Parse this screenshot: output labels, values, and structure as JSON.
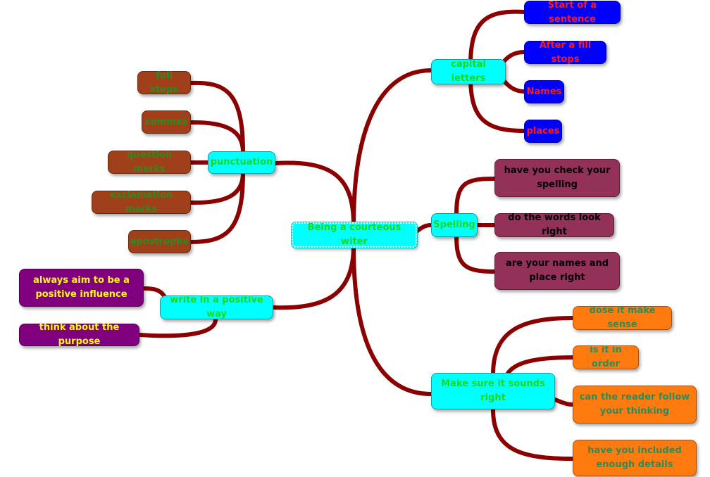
{
  "root": "Being a courteous witer",
  "branches": {
    "capital": {
      "label": "capital letters",
      "children": [
        "Start of a sentence",
        "After a fill stops",
        "Names",
        "places"
      ]
    },
    "spelling": {
      "label": "Spelling",
      "children": [
        "have you check your spelling",
        "do the words look right",
        "are your names and place right"
      ]
    },
    "sounds": {
      "label": "Make sure it sounds right",
      "children": [
        "dose it make sense",
        "is it in order",
        "can the reader follow your thinking",
        "have you included enough details"
      ]
    },
    "punctuation": {
      "label": "punctuation",
      "children": [
        "full stops",
        "commas",
        "question marks",
        "exclamation marks",
        "apostrophe"
      ]
    },
    "positive": {
      "label": "write in a positive way",
      "children": [
        "always aim to be a positive influence",
        "think about the purpose"
      ]
    }
  },
  "colors": {
    "connector": "#8b0000",
    "main_node": "#00ffff",
    "capital_children": "#0000ff",
    "spelling_children": "#943158",
    "sounds_children": "#ff7b0f",
    "punctuation_children": "#a0401a",
    "positive_children": "#800080"
  }
}
